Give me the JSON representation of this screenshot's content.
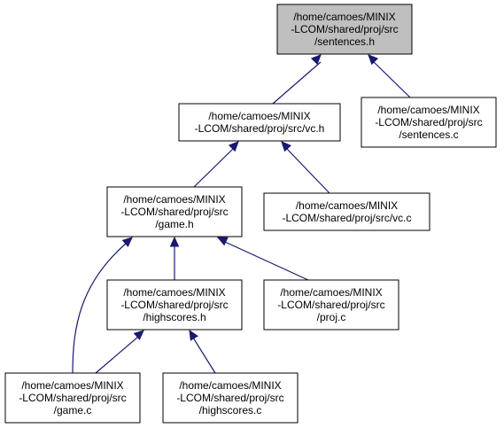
{
  "graph": {
    "colors": {
      "edge": "#191970",
      "root_fill": "#bfbfbf",
      "node_fill": "#ffffff",
      "border": "#000000"
    },
    "nodes": [
      {
        "id": "sentences_h",
        "root": true,
        "lines": [
          "/home/camoes/MINIX",
          "-LCOM/shared/proj/src",
          "/sentences.h"
        ]
      },
      {
        "id": "vc_h",
        "lines": [
          "/home/camoes/MINIX",
          "-LCOM/shared/proj/src/vc.h"
        ]
      },
      {
        "id": "sentences_c",
        "lines": [
          "/home/camoes/MINIX",
          "-LCOM/shared/proj/src",
          "/sentences.c"
        ]
      },
      {
        "id": "game_h",
        "lines": [
          "/home/camoes/MINIX",
          "-LCOM/shared/proj/src",
          "/game.h"
        ]
      },
      {
        "id": "vc_c",
        "lines": [
          "/home/camoes/MINIX",
          "-LCOM/shared/proj/src/vc.c"
        ]
      },
      {
        "id": "highscores_h",
        "lines": [
          "/home/camoes/MINIX",
          "-LCOM/shared/proj/src",
          "/highscores.h"
        ]
      },
      {
        "id": "proj_c",
        "lines": [
          "/home/camoes/MINIX",
          "-LCOM/shared/proj/src",
          "/proj.c"
        ]
      },
      {
        "id": "game_c",
        "lines": [
          "/home/camoes/MINIX",
          "-LCOM/shared/proj/src",
          "/game.c"
        ]
      },
      {
        "id": "highscores_c",
        "lines": [
          "/home/camoes/MINIX",
          "-LCOM/shared/proj/src",
          "/highscores.c"
        ]
      }
    ],
    "edges": [
      {
        "from": "vc_h",
        "to": "sentences_h"
      },
      {
        "from": "sentences_c",
        "to": "sentences_h"
      },
      {
        "from": "game_h",
        "to": "vc_h"
      },
      {
        "from": "vc_c",
        "to": "vc_h"
      },
      {
        "from": "highscores_h",
        "to": "game_h"
      },
      {
        "from": "proj_c",
        "to": "game_h"
      },
      {
        "from": "game_c",
        "to": "game_h"
      },
      {
        "from": "game_c",
        "to": "highscores_h"
      },
      {
        "from": "highscores_c",
        "to": "highscores_h"
      }
    ]
  }
}
